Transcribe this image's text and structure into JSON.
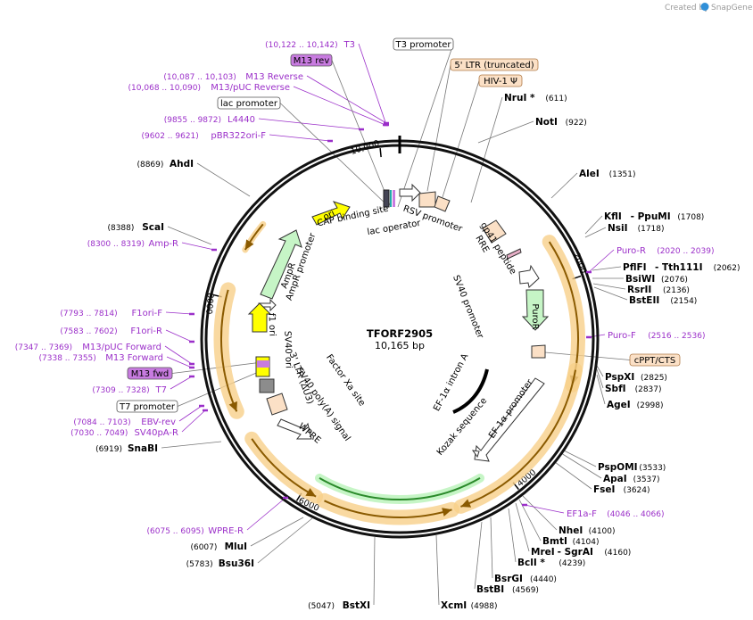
{
  "plasmid": {
    "name": "TFORF2905",
    "length_bp": 10165,
    "length_label": "10,165 bp"
  },
  "credit": {
    "text": "Created by",
    "brand": "SnapGene"
  },
  "colors": {
    "primer": "#9b2fc9",
    "orange": "#fbe0c6",
    "yellow": "#ffff00",
    "green": "#c6f5c6",
    "white": "#ffffff",
    "gray": "#8c8c8c",
    "orange_glow": "#f8cf8a",
    "purple": "#c87be0",
    "pink_box": "#ffe0f4"
  },
  "ticks": [
    {
      "label": "10,000"
    },
    {
      "label": "2000"
    },
    {
      "label": "4000"
    },
    {
      "label": "6000"
    },
    {
      "label": "8000"
    }
  ],
  "enzymes": [
    {
      "name": "NruI *",
      "pos": "(611)"
    },
    {
      "name": "NotI",
      "pos": "(922)"
    },
    {
      "name": "AleI",
      "pos": "(1351)"
    },
    {
      "name": "KflI",
      "sep": "- PpuMI",
      "pos": "(1708)"
    },
    {
      "name": "NsiI",
      "pos": "(1718)"
    },
    {
      "name": "PflFI",
      "sep": "- Tth111I",
      "pos": "(2062)"
    },
    {
      "name": "BsiWI",
      "pos": "(2076)"
    },
    {
      "name": "RsrII",
      "pos": "(2136)"
    },
    {
      "name": "BstEII",
      "pos": "(2154)"
    },
    {
      "name": "PspXI",
      "pos": "(2825)"
    },
    {
      "name": "SbfI",
      "pos": "(2837)"
    },
    {
      "name": "AgeI",
      "pos": "(2998)"
    },
    {
      "name": "PspOMI",
      "pos": "(3533)"
    },
    {
      "name": "ApaI",
      "pos": "(3537)"
    },
    {
      "name": "FseI",
      "pos": "(3624)"
    },
    {
      "name": "NheI",
      "pos": "(4100)"
    },
    {
      "name": "BmtI",
      "pos": "(4104)"
    },
    {
      "name": "MreI",
      "sep": "- SgrAI",
      "pos": "(4160)"
    },
    {
      "name": "BclI *",
      "pos": "(4239)"
    },
    {
      "name": "BsrGI",
      "pos": "(4440)"
    },
    {
      "name": "BstBI",
      "pos": "(4569)"
    },
    {
      "name": "XcmI",
      "pos": "(4988)"
    },
    {
      "name": "BstXI",
      "pos": "(5047)"
    },
    {
      "name": "Bsu36I",
      "pos": "(5783)"
    },
    {
      "name": "MluI",
      "pos": "(6007)"
    },
    {
      "name": "SnaBI",
      "pos": "(6919)"
    },
    {
      "name": "ScaI",
      "pos": "(8388)"
    },
    {
      "name": "AhdI",
      "pos": "(8869)"
    }
  ],
  "primers": [
    {
      "name": "T3",
      "pos": "(10,122 .. 10,142)"
    },
    {
      "name": "M13 Reverse",
      "pos": "(10,087 .. 10,103)"
    },
    {
      "name": "M13/pUC Reverse",
      "pos": "(10,068 .. 10,090)"
    },
    {
      "name": "L4440",
      "pos": "(9855 .. 9872)"
    },
    {
      "name": "pBR322ori-F",
      "pos": "(9602 .. 9621)"
    },
    {
      "name": "Amp-R",
      "pos": "(8300 .. 8319)"
    },
    {
      "name": "F1ori-F",
      "pos": "(7793 .. 7814)"
    },
    {
      "name": "F1ori-R",
      "pos": "(7583 .. 7602)"
    },
    {
      "name": "M13/pUC Forward",
      "pos": "(7347 .. 7369)"
    },
    {
      "name": "M13 Forward",
      "pos": "(7338 .. 7355)"
    },
    {
      "name": "T7",
      "pos": "(7309 .. 7328)"
    },
    {
      "name": "EBV-rev",
      "pos": "(7084 .. 7103)"
    },
    {
      "name": "SV40pA-R",
      "pos": "(7030 .. 7049)"
    },
    {
      "name": "WPRE-R",
      "pos": "(6075 .. 6095)"
    },
    {
      "name": "Puro-R",
      "pos": "(2020 .. 2039)"
    },
    {
      "name": "Puro-F",
      "pos": "(2516 .. 2536)"
    },
    {
      "name": "EF1a-F",
      "pos": "(4046 .. 4066)"
    }
  ],
  "boxed_labels": [
    {
      "text": "T3 promoter"
    },
    {
      "text": "M13 rev"
    },
    {
      "text": "lac promoter"
    },
    {
      "text": "5' LTR (truncated)"
    },
    {
      "text": "HIV-1 Ψ"
    },
    {
      "text": "cPPT/CTS"
    },
    {
      "text": "M13 fwd"
    },
    {
      "text": "T7 promoter"
    }
  ],
  "features": [
    {
      "name": "ori"
    },
    {
      "name": "AmpR"
    },
    {
      "name": "AmpR promoter"
    },
    {
      "name": "f1 ori"
    },
    {
      "name": "SV40 ori"
    },
    {
      "name": "SV40 promoter"
    },
    {
      "name": "PuroR"
    },
    {
      "name": "RRE"
    },
    {
      "name": "gp41 peptide"
    },
    {
      "name": "RSV promoter"
    },
    {
      "name": "CAP binding site"
    },
    {
      "name": "lac operator"
    },
    {
      "name": "EF-1α intron A"
    },
    {
      "name": "EF-1α promoter"
    },
    {
      "name": "Kozak sequence"
    },
    {
      "name": "Factor Xa site"
    },
    {
      "name": "SV40 poly(A) signal"
    },
    {
      "name": "3' LTR (ΔU3)"
    },
    {
      "name": "WPRE"
    }
  ]
}
